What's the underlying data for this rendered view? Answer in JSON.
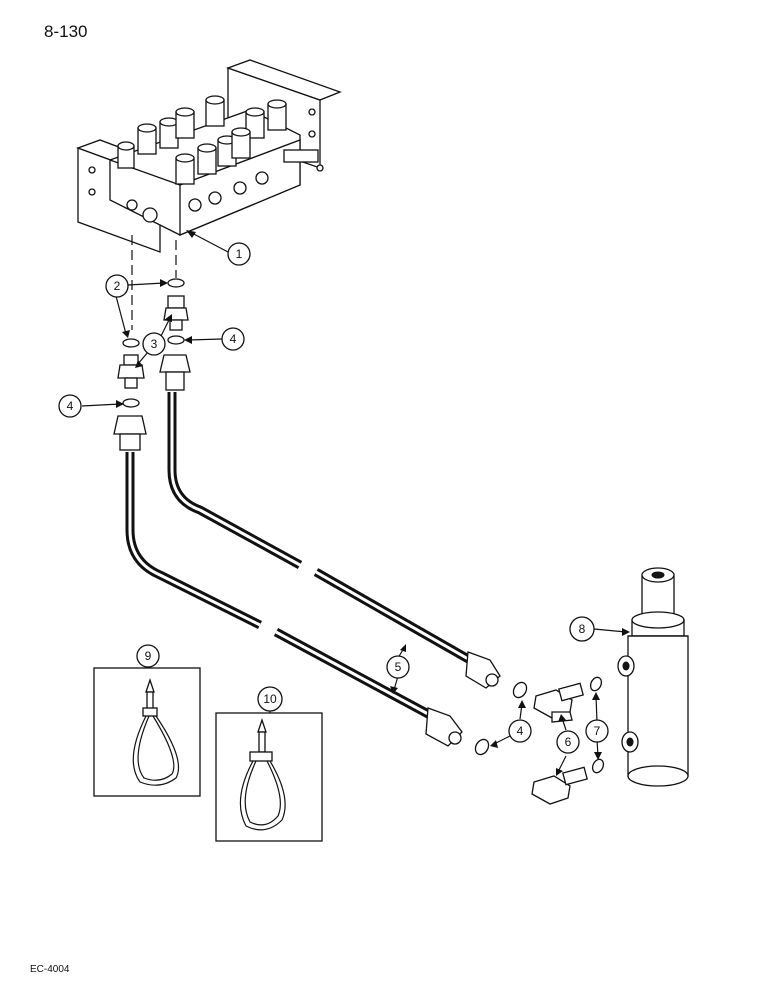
{
  "page": {
    "number": "8-130",
    "doc_code": "EC-4004"
  },
  "callouts": [
    "1",
    "2",
    "3",
    "4",
    "4",
    "4",
    "5",
    "6",
    "7",
    "8",
    "9",
    "10"
  ],
  "icons": {
    "valve_assembly": "control-valve-block-icon",
    "o_ring": "o-ring-icon",
    "adapter": "hydraulic-adapter-fitting-icon",
    "hose": "hydraulic-hose-icon",
    "elbow": "elbow-fitting-icon",
    "cylinder": "hydraulic-cylinder-icon",
    "tie_strap": "cable-tie-strap-icon"
  }
}
